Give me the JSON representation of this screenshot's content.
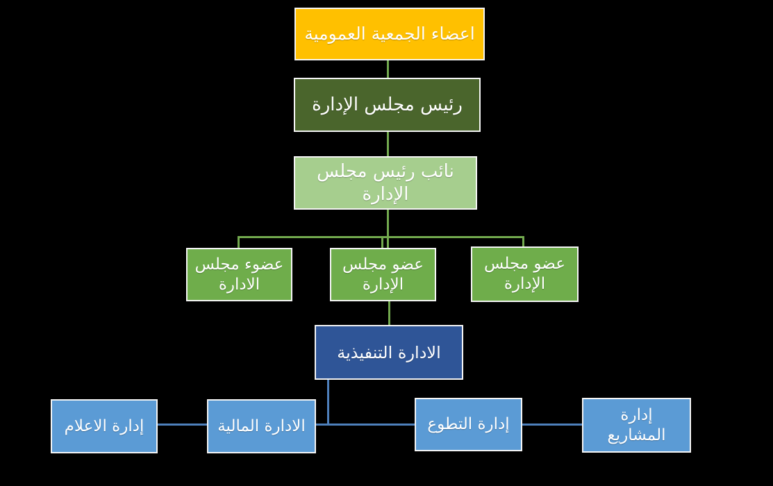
{
  "diagram": {
    "type": "org-chart",
    "language": "ar",
    "colors": {
      "background": "#000000",
      "border": "#F5F5F5",
      "text": "#FFFFFF",
      "connector_green": "#72A94E",
      "connector_blue": "#4E80BC",
      "fill_gold": "#FFC000",
      "fill_dark_green": "#4A652C",
      "fill_light_green": "#A6CE8E",
      "fill_medium_green": "#6FAD4B",
      "fill_dark_blue": "#2F5597",
      "fill_light_blue": "#5B9BD5"
    },
    "nodes": [
      {
        "id": "general-assembly",
        "label": "اعضاء الجمعية العمومية",
        "fill": "#FFC000"
      },
      {
        "id": "board-chairman",
        "label": "رئيس مجلس الإدارة",
        "fill": "#4A652C"
      },
      {
        "id": "vice-chairman",
        "label": "نائب رئيس مجلس الإدارة",
        "fill": "#A6CE8E"
      },
      {
        "id": "board-member-left",
        "label": "عضوء مجلس الادارة",
        "fill": "#6FAD4B"
      },
      {
        "id": "board-member-middle",
        "label": "عضو مجلس الإدارة",
        "fill": "#6FAD4B"
      },
      {
        "id": "board-member-right",
        "label": "عضو مجلس الإدارة",
        "fill": "#6FAD4B"
      },
      {
        "id": "executive-management",
        "label": "الادارة التنفيذية",
        "fill": "#2F5597"
      },
      {
        "id": "media-department",
        "label": "إدارة الاعلام",
        "fill": "#5B9BD5"
      },
      {
        "id": "finance-department",
        "label": "الادارة المالية",
        "fill": "#5B9BD5"
      },
      {
        "id": "volunteer-department",
        "label": "إدارة التطوع",
        "fill": "#5B9BD5"
      },
      {
        "id": "projects-department",
        "label": "إدارة المشاريع",
        "fill": "#5B9BD5"
      }
    ]
  }
}
